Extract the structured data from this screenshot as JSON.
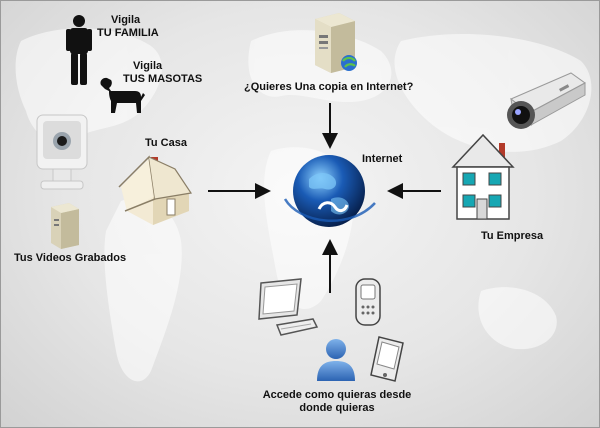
{
  "labels": {
    "vigila_familia_1": "Vigila",
    "vigila_familia_2": "TU FAMILIA",
    "vigila_mascotas_1": "Vigila",
    "vigila_mascotas_2": "TUS MASOTAS",
    "copia_internet": "¿Quieres Una copia en Internet?",
    "internet": "Internet",
    "tu_casa": "Tu Casa",
    "tu_empresa": "Tu Empresa",
    "tus_videos": "Tus Videos Grabados",
    "accede_1": "Accede como quieras desde",
    "accede_2": "donde quieras"
  },
  "icons": {
    "person": "person-silhouette-icon",
    "dog": "dog-silhouette-icon",
    "server": "server-icon",
    "webcam": "webcam-icon",
    "house": "house-icon",
    "office": "office-building-icon",
    "cctv": "cctv-camera-icon",
    "globe": "internet-globe-icon",
    "laptop": "laptop-icon",
    "phone": "mobile-phone-icon",
    "user": "user-icon",
    "pda": "pda-icon"
  },
  "colors": {
    "globe_blue": "#1a5bb5",
    "arrow": "#111111",
    "background": "#e6e6e6"
  }
}
